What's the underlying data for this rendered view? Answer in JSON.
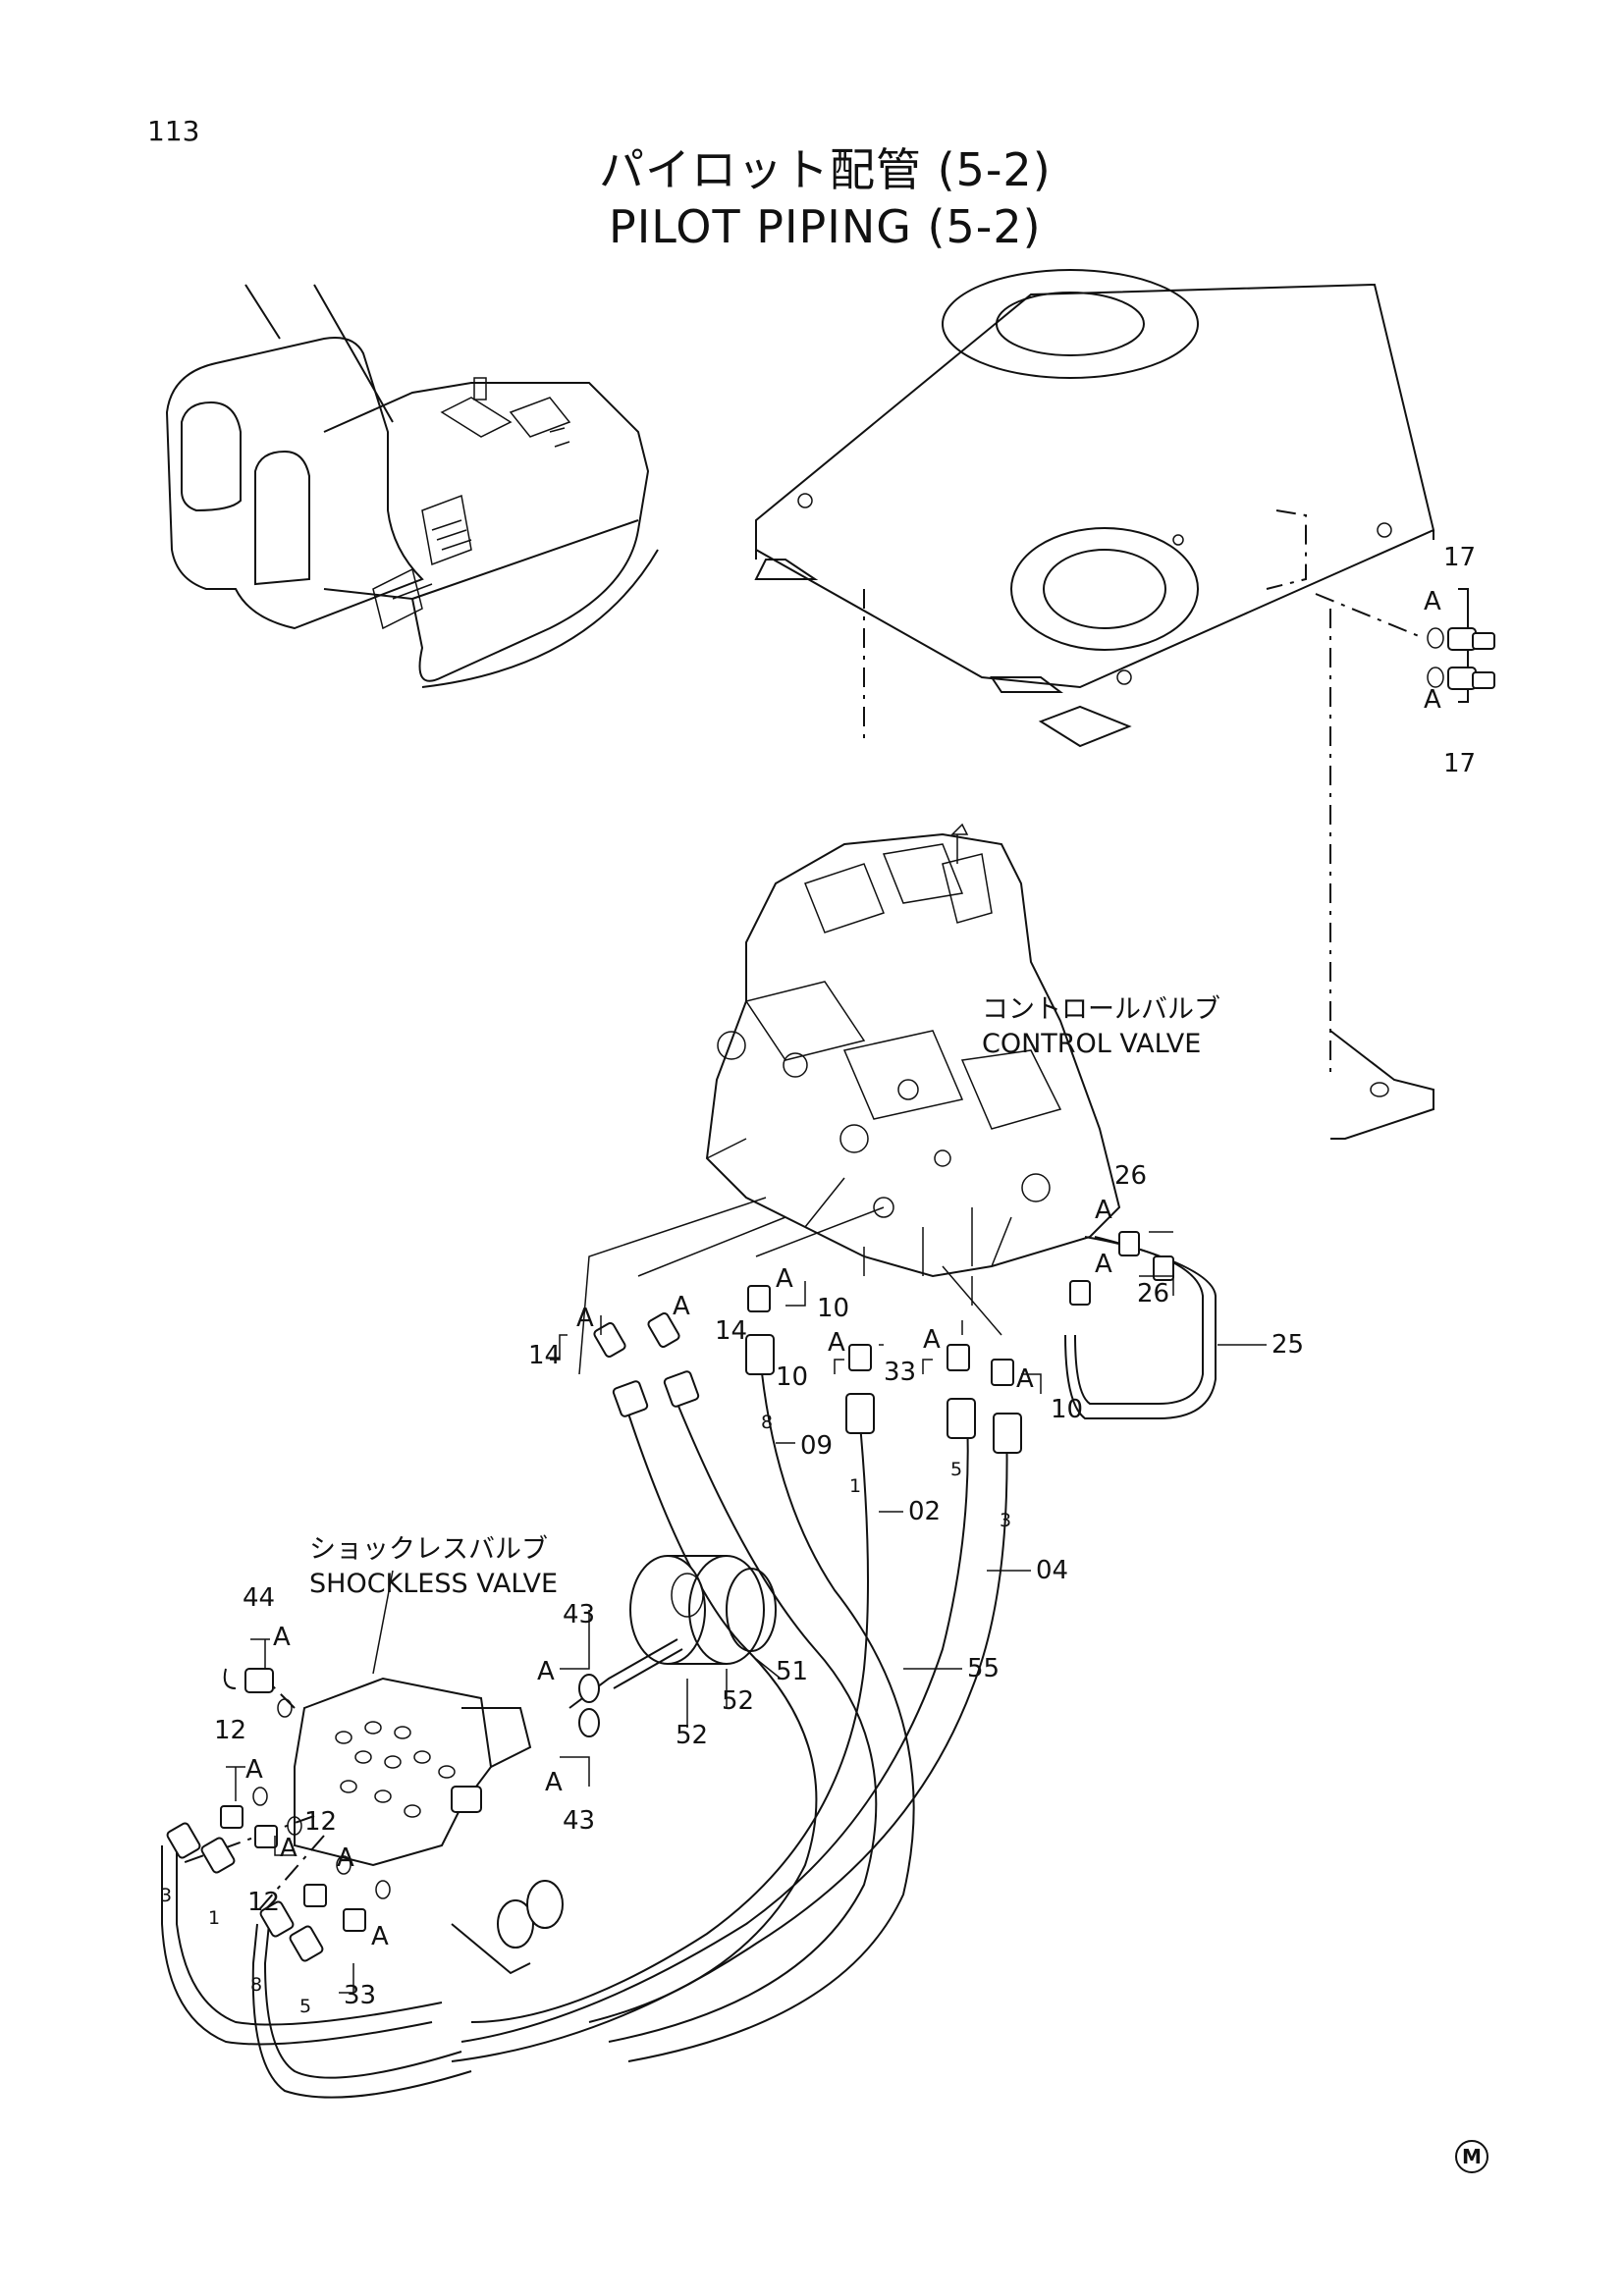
{
  "page_number": "113",
  "title_jp": "パイロット配管 (5-2)",
  "title_en": "PILOT PIPING (5-2)",
  "labels": {
    "control_valve_jp": "コントロールバルブ",
    "control_valve_en": "CONTROL VALVE",
    "shockless_valve_jp": "ショックレスバルブ",
    "shockless_valve_en": "SHOCKLESS VALVE"
  },
  "callouts": {
    "c17": "17",
    "c26": "26",
    "c25": "25",
    "c14": "14",
    "c10": "10",
    "c33": "33",
    "c09": "09",
    "c02": "02",
    "c04": "04",
    "c55": "55",
    "c44": "44",
    "c43": "43",
    "c12": "12",
    "c51": "51",
    "c52": "52",
    "detail_a": "A"
  },
  "hose_marks": {
    "h8": "8",
    "h1": "1",
    "h5": "5",
    "h3": "3"
  },
  "corner_mark": "M"
}
